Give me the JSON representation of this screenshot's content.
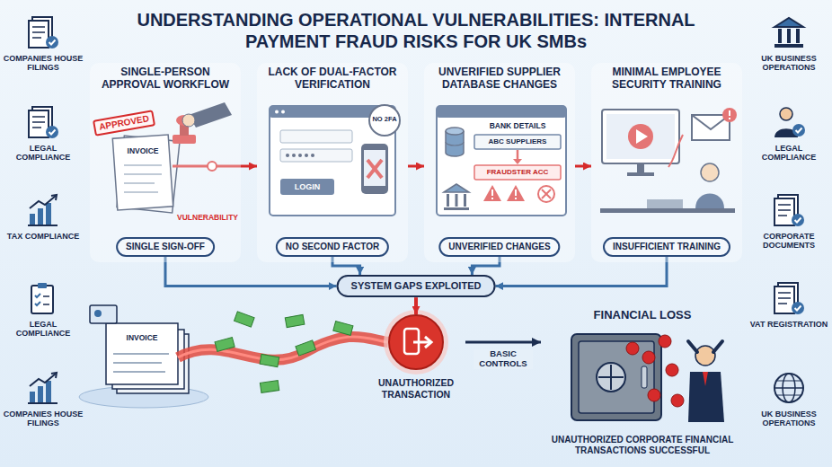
{
  "diagram": {
    "title": "UNDERSTANDING OPERATIONAL VULNERABILITIES: INTERNAL PAYMENT FRAUD RISKS FOR UK SMBs",
    "nodes": [
      {
        "text": [
          "SINGLE-PERSON APPROVAL WORKFLOW"
        ]
      },
      {
        "text": [
          "LACK OF DUAL-FACTOR VERIFICATION"
        ]
      },
      {
        "text": [
          "UNVERIFIED SUPPLIER DATABASE CHANGES"
        ]
      },
      {
        "text": [
          "MINIMAL EMPLOYEE SECURITY TRAINING"
        ]
      },
      {
        "text": [
          "SINGLE SIGN-OFF"
        ],
        "in": 0
      },
      {
        "text": [
          "NO SECOND FACTOR"
        ],
        "in": 1
      },
      {
        "text": [
          "UNVERIFIED CHANGES"
        ],
        "in": 2
      },
      {
        "text": [
          "INSUFFICIENT TRAINING"
        ],
        "in": 3
      },
      {
        "text": [
          "SYSTEM GAPS EXPLOITED"
        ]
      },
      {
        "text": [
          "UNAUTHORIZED TRANSACTION"
        ]
      },
      {
        "text": [
          "FINANCIAL LOSS",
          "UNAUTHORIZED CORPORATE FINANCIAL TRANSACTIONS SUCCESSFUL"
        ]
      }
    ],
    "edges": [
      {
        "from": 0,
        "to": 1,
        "arrow": "to"
      },
      {
        "from": 1,
        "to": 2,
        "arrow": "to"
      },
      {
        "from": 2,
        "to": 3,
        "arrow": "to"
      },
      {
        "from": 4,
        "to": 8,
        "arrow": "to"
      },
      {
        "from": 5,
        "to": 8,
        "arrow": "to"
      },
      {
        "from": 6,
        "to": 8,
        "arrow": "to"
      },
      {
        "from": 7,
        "to": 8,
        "arrow": "to"
      },
      {
        "from": 8,
        "to": 9,
        "arrow": "to"
      },
      {
        "from": 9,
        "to": 10,
        "arrow": "to",
        "label": "BASIC CONTROLS"
      }
    ],
    "labels": [
      "COMPANIES HOUSE FILINGS",
      "LEGAL COMPLIANCE",
      "TAX COMPLIANCE",
      "LEGAL COMPLIANCE",
      "COMPANIES HOUSE FILINGS",
      "UK BUSINESS OPERATIONS",
      "LEGAL COMPLIANCE",
      "CORPORATE DOCUMENTS",
      "VAT REGISTRATION",
      "UK BUSINESS OPERATIONS",
      "APPROVED",
      "INVOICE",
      "VULNERABILITY",
      "NO 2FA",
      "LOGIN",
      "BANK DETAILS",
      "ABC SUPPLIERS",
      "FRAUDSTER ACC",
      "INVOICE"
    ]
  }
}
